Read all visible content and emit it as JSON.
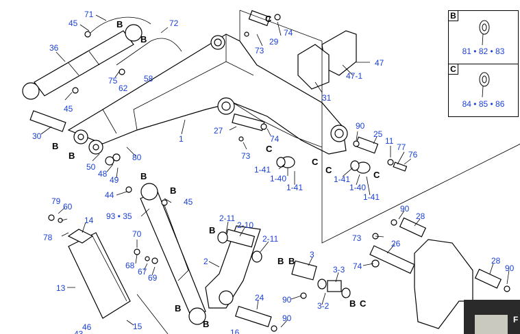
{
  "labels": [
    {
      "id": "71",
      "text": "71"
    },
    {
      "id": "45a",
      "text": "45"
    },
    {
      "id": "72",
      "text": "72"
    },
    {
      "id": "36",
      "text": "36"
    },
    {
      "id": "75",
      "text": "75"
    },
    {
      "id": "62",
      "text": "62"
    },
    {
      "id": "58",
      "text": "58"
    },
    {
      "id": "45b",
      "text": "45"
    },
    {
      "id": "30",
      "text": "30"
    },
    {
      "id": "29",
      "text": "29"
    },
    {
      "id": "74a",
      "text": "74"
    },
    {
      "id": "73a",
      "text": "73"
    },
    {
      "id": "47",
      "text": "47"
    },
    {
      "id": "47-1",
      "text": "47-1"
    },
    {
      "id": "31",
      "text": "31"
    },
    {
      "id": "1",
      "text": "1"
    },
    {
      "id": "27",
      "text": "27"
    },
    {
      "id": "74b",
      "text": "74"
    },
    {
      "id": "73b",
      "text": "73"
    },
    {
      "id": "90a",
      "text": "90"
    },
    {
      "id": "25",
      "text": "25"
    },
    {
      "id": "11",
      "text": "11"
    },
    {
      "id": "77",
      "text": "77"
    },
    {
      "id": "76",
      "text": "76"
    },
    {
      "id": "80",
      "text": "80"
    },
    {
      "id": "50",
      "text": "50"
    },
    {
      "id": "48",
      "text": "48"
    },
    {
      "id": "49",
      "text": "49"
    },
    {
      "id": "1-41a",
      "text": "1-41"
    },
    {
      "id": "1-40a",
      "text": "1-40"
    },
    {
      "id": "1-41b",
      "text": "1-41"
    },
    {
      "id": "1-41c",
      "text": "1-41"
    },
    {
      "id": "1-40b",
      "text": "1-40"
    },
    {
      "id": "1-41d",
      "text": "1-41"
    },
    {
      "id": "44",
      "text": "44"
    },
    {
      "id": "45c",
      "text": "45"
    },
    {
      "id": "93-35",
      "text": "93 • 35"
    },
    {
      "id": "79",
      "text": "79"
    },
    {
      "id": "60",
      "text": "60"
    },
    {
      "id": "78",
      "text": "78"
    },
    {
      "id": "14",
      "text": "14"
    },
    {
      "id": "70",
      "text": "70"
    },
    {
      "id": "68",
      "text": "68"
    },
    {
      "id": "67",
      "text": "67"
    },
    {
      "id": "69",
      "text": "69"
    },
    {
      "id": "2-11a",
      "text": "2-11"
    },
    {
      "id": "2-10",
      "text": "2-10"
    },
    {
      "id": "2-11b",
      "text": "2-11"
    },
    {
      "id": "2",
      "text": "2"
    },
    {
      "id": "90b",
      "text": "90"
    },
    {
      "id": "28a",
      "text": "28"
    },
    {
      "id": "73c",
      "text": "73"
    },
    {
      "id": "26",
      "text": "26"
    },
    {
      "id": "74c",
      "text": "74"
    },
    {
      "id": "3",
      "text": "3"
    },
    {
      "id": "3-3",
      "text": "3-3"
    },
    {
      "id": "3-2",
      "text": "3-2"
    },
    {
      "id": "90c",
      "text": "90"
    },
    {
      "id": "24",
      "text": "24"
    },
    {
      "id": "90d",
      "text": "90"
    },
    {
      "id": "28b",
      "text": "28"
    },
    {
      "id": "90e",
      "text": "90"
    },
    {
      "id": "13",
      "text": "13"
    },
    {
      "id": "15",
      "text": "15"
    },
    {
      "id": "46",
      "text": "46"
    },
    {
      "id": "43",
      "text": "43"
    },
    {
      "id": "16",
      "text": "16"
    }
  ],
  "refs": [
    "B",
    "B",
    "B",
    "B",
    "B",
    "B",
    "B",
    "B",
    "B",
    "B",
    "B",
    "B",
    "C",
    "C",
    "C",
    "C",
    "C",
    "C"
  ],
  "inset_b": {
    "tag": "B",
    "parts": "81 • 82 • 83"
  },
  "inset_c": {
    "tag": "C",
    "parts": "84 • 85 • 86"
  },
  "thumb_text": "F"
}
